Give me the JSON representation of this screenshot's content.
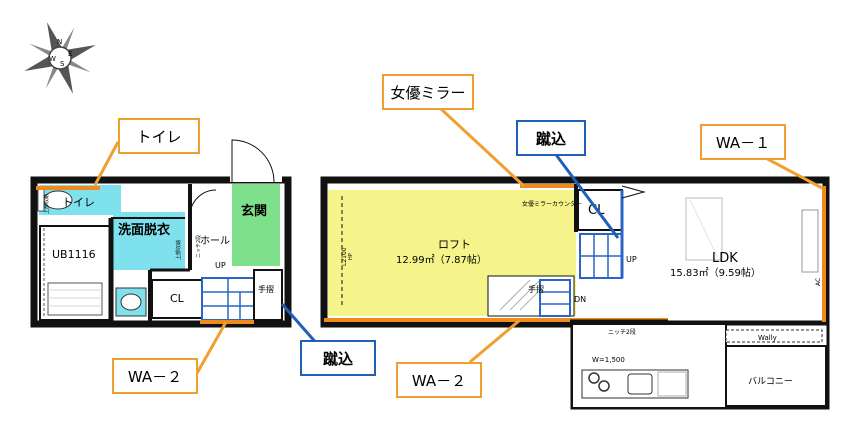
{
  "colors": {
    "wall": "#111111",
    "loft_fill": "#f4f48a",
    "bath_fill": "#7fe0ee",
    "entrance_fill": "#7ee08a",
    "callout_orange": "#f0a030",
    "callout_blue": "#1f5fb8",
    "orange_wall": "#f08a1a",
    "blue_stair": "#2a64c8"
  },
  "compass": {
    "letters": [
      "N",
      "E",
      "S",
      "W"
    ],
    "icon": "compass-rose-icon"
  },
  "callouts": {
    "toilet": "トイレ",
    "wa2_left": "WA－２",
    "kerikomi_left": "蹴込",
    "mirror": "女優ミラー",
    "kerikomi_right": "蹴込",
    "wa1": "WA－１",
    "wa2_right": "WA－２"
  },
  "left_plan": {
    "toilet_label": "トイレ",
    "storage_upper": "上部収納",
    "washroom_label": "洗面脱衣",
    "unitbath_label": "UB1116",
    "entrance_label": "玄関",
    "hall_label": "ホール",
    "niche_label": "ニッチ2段",
    "storage_lower": "上部収納",
    "up_label": "UP",
    "closet_label": "CL",
    "handrail_label": "手摺"
  },
  "right_plan": {
    "closet_label": "CL",
    "mirror_counter_label": "女優ミラーカウンター",
    "loft_label": "ロフト",
    "loft_area": "12.99㎡（7.87帖）",
    "loft_height": "L2100",
    "loft_height_sub": "HP",
    "up_label": "UP",
    "handrail_label": "手摺",
    "dn_label": "DN",
    "niche_label": "ニッチ2段",
    "ldk_label": "LDK",
    "ldk_area": "15.83㎡（9.59帖）",
    "kitchen_width": "W=1,500",
    "wally_label": "Wally",
    "balcony_label": "バルコニー",
    "ac_label": "AC"
  }
}
